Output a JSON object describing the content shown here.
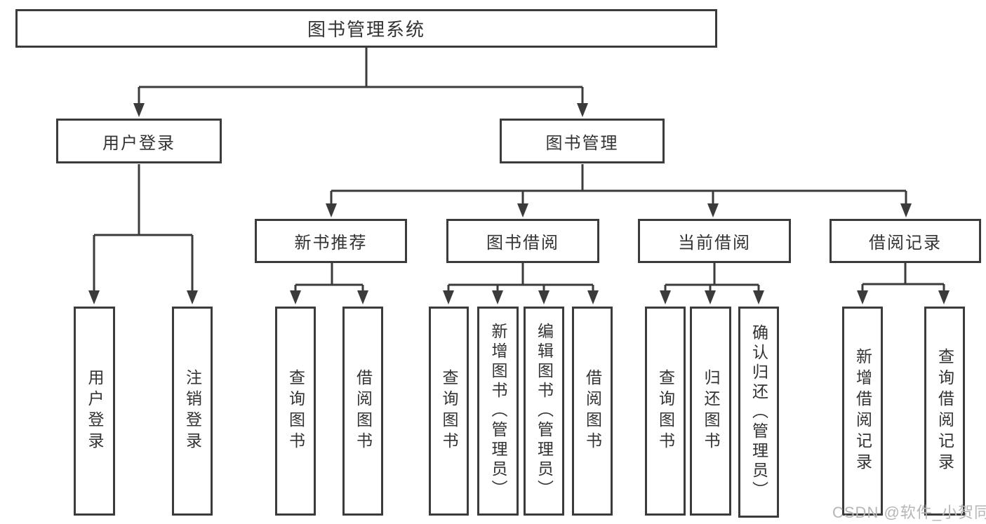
{
  "diagram": {
    "title": "图书管理系统",
    "level2": [
      {
        "label": "用户登录"
      },
      {
        "label": "图书管理"
      }
    ],
    "level3": [
      {
        "label": "新书推荐"
      },
      {
        "label": "图书借阅"
      },
      {
        "label": "当前借阅"
      },
      {
        "label": "借阅记录"
      }
    ],
    "leaves": [
      {
        "label": "用户登录"
      },
      {
        "label": "注销登录"
      },
      {
        "label": "查询图书"
      },
      {
        "label": "借阅图书"
      },
      {
        "label": "查询图书"
      },
      {
        "label": "新增图书（管理员）"
      },
      {
        "label": "编辑图书（管理员）"
      },
      {
        "label": "借阅图书"
      },
      {
        "label": "查询图书"
      },
      {
        "label": "归还图书"
      },
      {
        "label": "确认归还（管理员）"
      },
      {
        "label": "新增借阅记录"
      },
      {
        "label": "查询借阅记录"
      }
    ],
    "colors": {
      "line": "#3b3b3b",
      "text": "#333333",
      "background": "#ffffff",
      "watermark": "#b6b6b6"
    }
  },
  "watermark": {
    "text": "CSDN @软件_小贺同学"
  }
}
